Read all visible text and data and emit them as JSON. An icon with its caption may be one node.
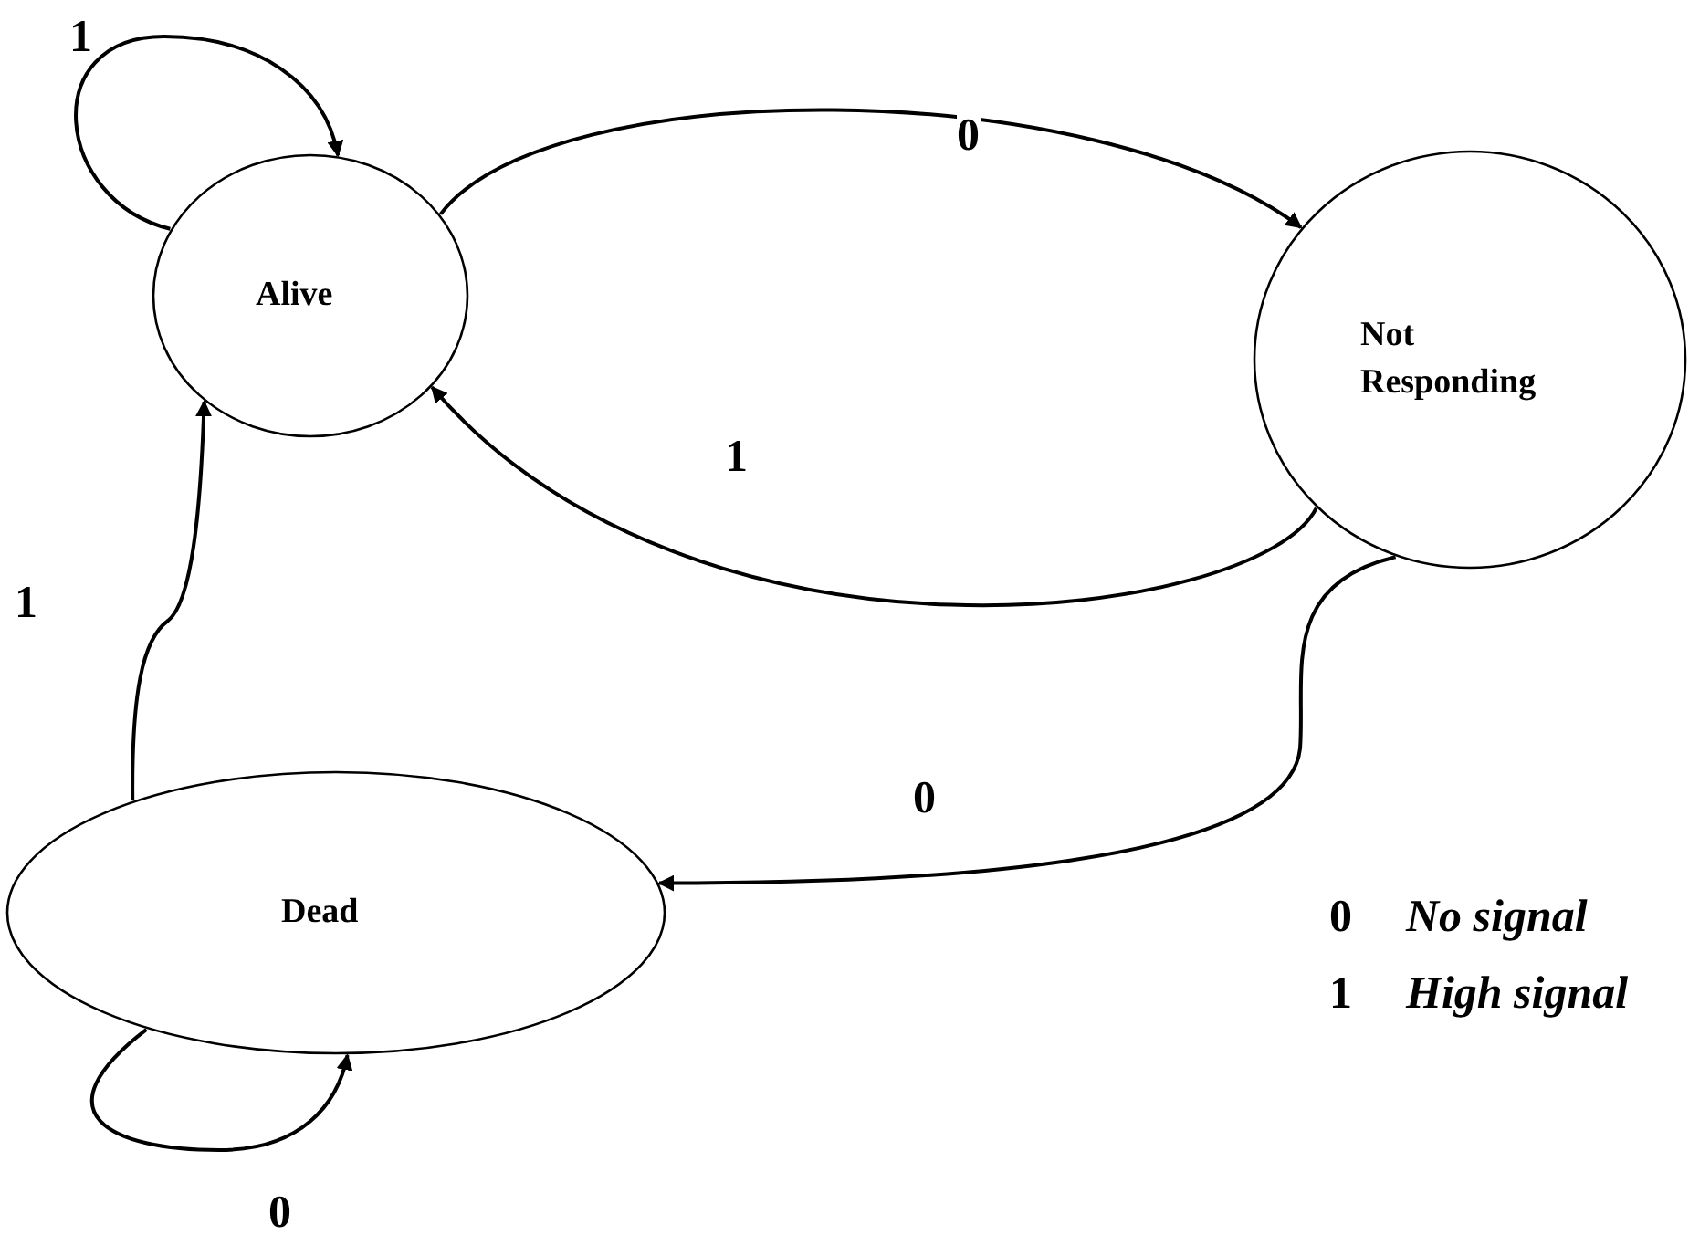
{
  "diagram": {
    "nodes": [
      {
        "text": [
          "Alive"
        ]
      },
      {
        "text": [
          "Not Responding"
        ]
      },
      {
        "text": [
          "Dead"
        ]
      }
    ],
    "edges": [
      {
        "from": 0,
        "to": 0,
        "arrow": "to",
        "label": "1"
      },
      {
        "from": 0,
        "to": 1,
        "arrow": "to",
        "label": "0"
      },
      {
        "from": 1,
        "to": 0,
        "arrow": "to",
        "label": "1"
      },
      {
        "from": 1,
        "to": 2,
        "arrow": "to",
        "label": "0"
      },
      {
        "from": 2,
        "to": 0,
        "arrow": "to",
        "label": "1"
      },
      {
        "from": 2,
        "to": 2,
        "arrow": "to",
        "label": "0"
      }
    ],
    "labels": [
      "0",
      "No signal",
      "1",
      "High signal"
    ]
  }
}
